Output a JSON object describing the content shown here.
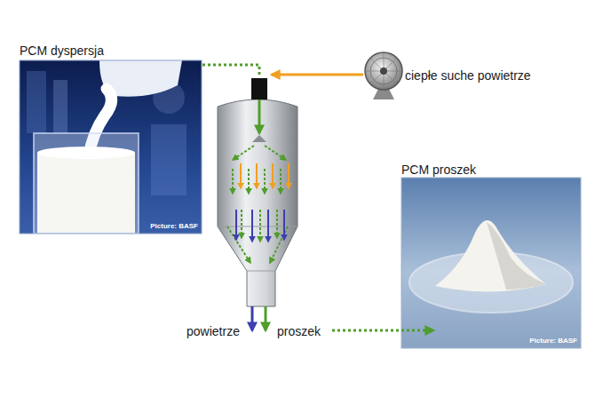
{
  "diagram": {
    "nodes": [
      {
        "text": [
          "PCM dyspersja",
          "Picture: BASF"
        ]
      },
      {
        "text": [
          "PCM proszek",
          "Picture: BASF"
        ]
      }
    ],
    "labels": [
      "ciepłe suche powietrze",
      "powietrze",
      "proszek"
    ]
  }
}
